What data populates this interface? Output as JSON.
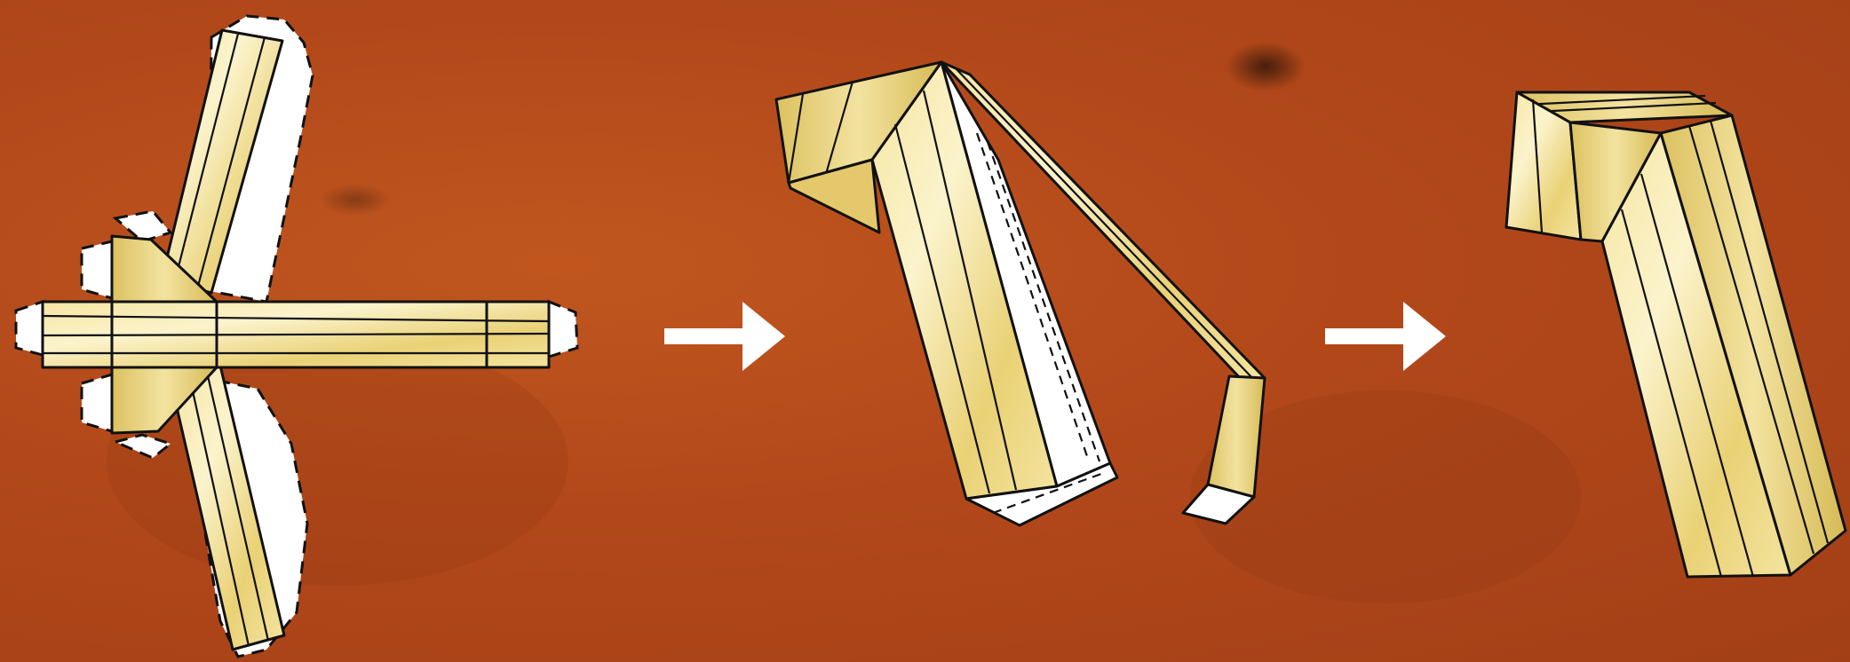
{
  "scene": {
    "background_color": "#b04a1a",
    "paper_colors": {
      "light": "#fbf1c2",
      "mid": "#ecd67a",
      "dark": "#d8bd5a",
      "tab": "#ffffff",
      "outline": "#111111"
    },
    "steps": [
      {
        "id": "unfolded-net",
        "description_icon": "paper-net"
      },
      {
        "id": "folding-in-progress",
        "description_icon": "paper-folding"
      },
      {
        "id": "assembled-piece",
        "description_icon": "paper-box"
      }
    ],
    "arrows": [
      {
        "icon": "right-arrow-icon",
        "color": "#ffffff"
      },
      {
        "icon": "right-arrow-icon",
        "color": "#ffffff"
      }
    ]
  }
}
